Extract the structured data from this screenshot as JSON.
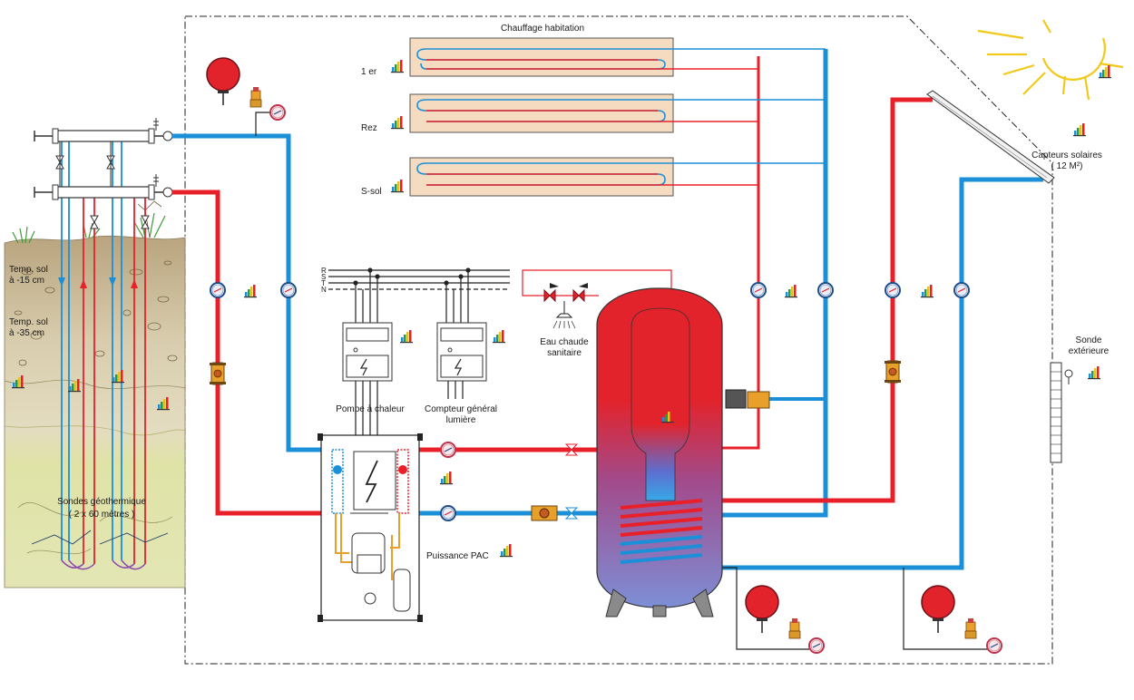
{
  "labels": {
    "chauffage": "Chauffage habitation",
    "floor1": "1 er",
    "floor2": "Rez",
    "floor3": "S-sol",
    "capteurs1": "Capteurs solaires",
    "capteurs2": "( 12 M²)",
    "sonde_ext1": "Sonde",
    "sonde_ext2": "extérieure",
    "eau1": "Eau chaude",
    "eau2": "sanitaire",
    "pompe": "Pompe à chaleur",
    "compteur1": "Compteur général",
    "compteur2": "lumière",
    "puissance": "Puissance PAC",
    "temp15a": "Temp. sol",
    "temp15b": "à -15 cm",
    "temp35a": "Temp. sol",
    "temp35b": "à -35 cm",
    "sondes1": "Sondes géothermique",
    "sondes2": "( 2 x 60 mètres )",
    "phases": [
      "R",
      "S",
      "T",
      "N"
    ]
  },
  "colors": {
    "hot": "#e8202a",
    "cold": "#1b8fd8",
    "heat_panel": "#f5dcc0",
    "ground_top": "#c9b99a",
    "ground_mid": "#e0d6b8",
    "ground_bot": "#dfe4a8",
    "tank_top": "#e3232b",
    "tank_bottom": "#7d8fd6"
  }
}
